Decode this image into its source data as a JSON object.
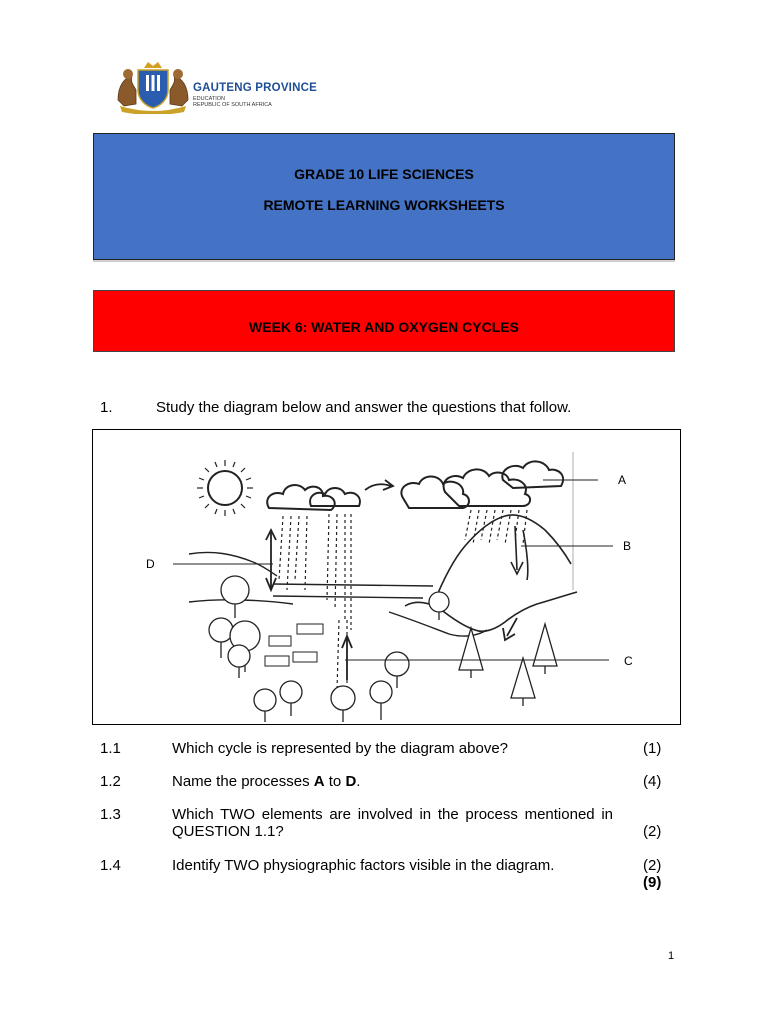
{
  "logo": {
    "title": "GAUTENG PROVINCE",
    "subtitle1": "EDUCATION",
    "subtitle2": "REPUBLIC OF SOUTH AFRICA"
  },
  "header": {
    "line1": "GRADE 10 LIFE SCIENCES",
    "line2": "REMOTE LEARNING WORKSHEETS",
    "bg_color": "#4472c4"
  },
  "week": {
    "title": "WEEK 6: WATER AND OXYGEN CYCLES",
    "bg_color": "#ff0000"
  },
  "question": {
    "number": "1.",
    "text": "Study the diagram below and answer the questions that follow."
  },
  "diagram": {
    "labels": {
      "a": "A",
      "b": "B",
      "c": "C",
      "d": "D"
    }
  },
  "subquestions": [
    {
      "num": "1.1",
      "text": "Which cycle is represented by the diagram above?",
      "mark": "(1)"
    },
    {
      "num": "1.2",
      "text_pre": "Name the processes ",
      "bold1": "A",
      "text_mid": " to ",
      "bold2": "D",
      "text_post": ".",
      "mark": "(4)"
    },
    {
      "num": "1.3",
      "text": "Which TWO elements are involved in the process mentioned in QUESTION 1.1?",
      "mark": "(2)"
    },
    {
      "num": "1.4",
      "text": "Identify TWO physiographic factors visible in the diagram.",
      "mark": "(2)"
    }
  ],
  "total": "(9)",
  "page_number": "1"
}
